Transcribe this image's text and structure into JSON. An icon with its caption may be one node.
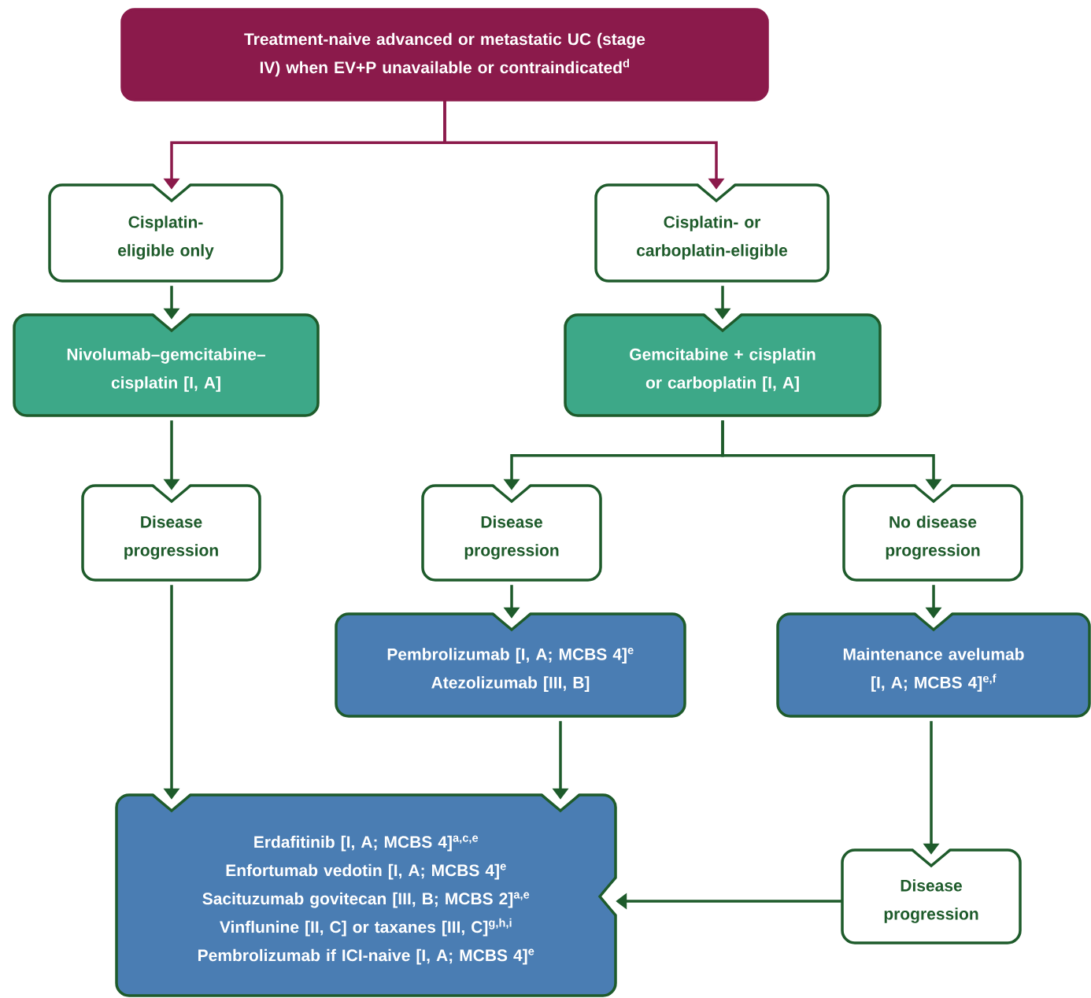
{
  "diagram": {
    "nodes": [
      {
        "text": [
          "Treatment-naive advanced or metastatic UC (stage IV) when EV+P unavailable or contraindicated$^{d}$"
        ]
      },
      {
        "text": [
          "Cisplatin-eligible only"
        ]
      },
      {
        "text": [
          "Cisplatin- or carboplatin-eligible"
        ]
      },
      {
        "text": [
          "Nivolumab–gemcitabine–cisplatin [I, A]"
        ]
      },
      {
        "text": [
          "Gemcitabine + cisplatin or carboplatin [I, A]"
        ]
      },
      {
        "text": [
          "Disease progression"
        ]
      },
      {
        "text": [
          "Disease progression"
        ]
      },
      {
        "text": [
          "No disease progression"
        ]
      },
      {
        "text": [
          "Pembrolizumab [I, A; MCBS 4]$^{e}$",
          "Atezolizumab [III, B]"
        ]
      },
      {
        "text": [
          "Maintenance avelumab [I, A; MCBS 4]$^{e,f}$"
        ]
      },
      {
        "text": [
          "Erdafitinib [I, A; MCBS 4]$^{a,c,e}$",
          "Enfortumab vedotin [I, A; MCBS 4]$^{e}$",
          "Sacituzumab govitecan [III, B; MCBS 2]$^{a,e}$",
          "Vinflunine [II, C] or taxanes [III, C]$^{g,h,i}$",
          "Pembrolizumab if ICI-naive [I, A; MCBS 4]$^{e}$"
        ]
      },
      {
        "text": [
          "Disease progression"
        ]
      }
    ],
    "edges": [
      {
        "from": 0,
        "to": 1,
        "arrow": "to",
        "color": "#8b1a4b"
      },
      {
        "from": 0,
        "to": 2,
        "arrow": "to",
        "color": "#8b1a4b"
      },
      {
        "from": 1,
        "to": 3,
        "arrow": "to"
      },
      {
        "from": 2,
        "to": 4,
        "arrow": "to"
      },
      {
        "from": 3,
        "to": 5,
        "arrow": "to"
      },
      {
        "from": 4,
        "to": 6,
        "arrow": "to"
      },
      {
        "from": 4,
        "to": 7,
        "arrow": "to"
      },
      {
        "from": 6,
        "to": 8,
        "arrow": "to"
      },
      {
        "from": 7,
        "to": 9,
        "arrow": "to"
      },
      {
        "from": 5,
        "to": 10,
        "arrow": "to"
      },
      {
        "from": 8,
        "to": 10,
        "arrow": "to"
      },
      {
        "from": 9,
        "to": 11,
        "arrow": "to"
      },
      {
        "from": 11,
        "to": 10,
        "arrow": "to"
      }
    ]
  }
}
